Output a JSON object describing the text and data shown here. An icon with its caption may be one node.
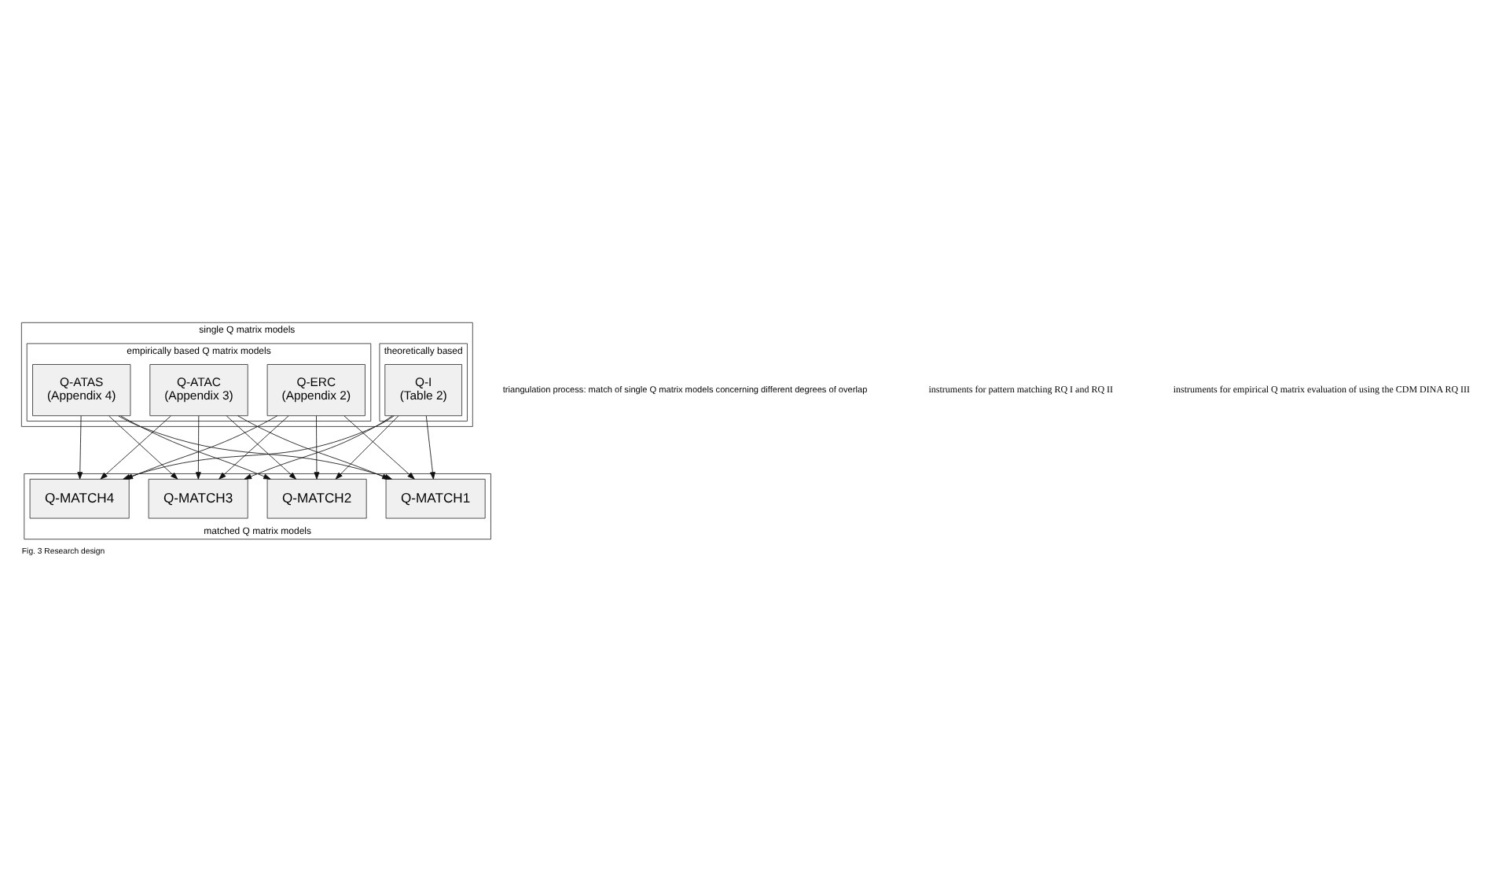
{
  "diagram": {
    "caption": "Fig. 3 Research design",
    "nodes": [
      {
        "text": [
          "single Q matrix models"
        ]
      },
      {
        "text": [
          "theoretically based"
        ],
        "in": 0
      },
      {
        "text": [
          "empirically based Q matrix models"
        ],
        "in": 0
      },
      {
        "text": [
          "Q-I",
          "(Table 2)"
        ],
        "in": 1
      },
      {
        "text": [
          "Q-ERC",
          "(Appendix 2)"
        ],
        "in": 2
      },
      {
        "text": [
          "Q-ATAC",
          "(Appendix 3)"
        ],
        "in": 2
      },
      {
        "text": [
          "Q-ATAS",
          "(Appendix 4)"
        ],
        "in": 2
      },
      {
        "text": [
          "matched Q matrix models"
        ]
      },
      {
        "text": [
          "Q-MATCH1"
        ],
        "in": 7
      },
      {
        "text": [
          "Q-MATCH2"
        ],
        "in": 7
      },
      {
        "text": [
          "Q-MATCH3"
        ],
        "in": 7
      },
      {
        "text": [
          "Q-MATCH4"
        ],
        "in": 7
      }
    ],
    "edges": [
      {
        "from": 3,
        "to": 8,
        "arrow": "to"
      },
      {
        "from": 3,
        "to": 9,
        "arrow": "to"
      },
      {
        "from": 3,
        "to": 10,
        "arrow": "to"
      },
      {
        "from": 3,
        "to": 11,
        "arrow": "to"
      },
      {
        "from": 4,
        "to": 8,
        "arrow": "to"
      },
      {
        "from": 4,
        "to": 9,
        "arrow": "to"
      },
      {
        "from": 4,
        "to": 10,
        "arrow": "to"
      },
      {
        "from": 4,
        "to": 11,
        "arrow": "to"
      },
      {
        "from": 5,
        "to": 8,
        "arrow": "to"
      },
      {
        "from": 5,
        "to": 9,
        "arrow": "to"
      },
      {
        "from": 5,
        "to": 10,
        "arrow": "to"
      },
      {
        "from": 5,
        "to": 11,
        "arrow": "to"
      },
      {
        "from": 6,
        "to": 8,
        "arrow": "to"
      },
      {
        "from": 6,
        "to": 9,
        "arrow": "to"
      },
      {
        "from": 6,
        "to": 10,
        "arrow": "to"
      },
      {
        "from": 6,
        "to": 11,
        "arrow": "to"
      }
    ],
    "labels": [
      "triangulation process: match of single Q matrix models concerning different degrees of overlap",
      "instruments for pattern matching RQ I and RQ II",
      "instruments for empirical Q matrix evaluation of using the CDM DINA RQ III"
    ]
  }
}
